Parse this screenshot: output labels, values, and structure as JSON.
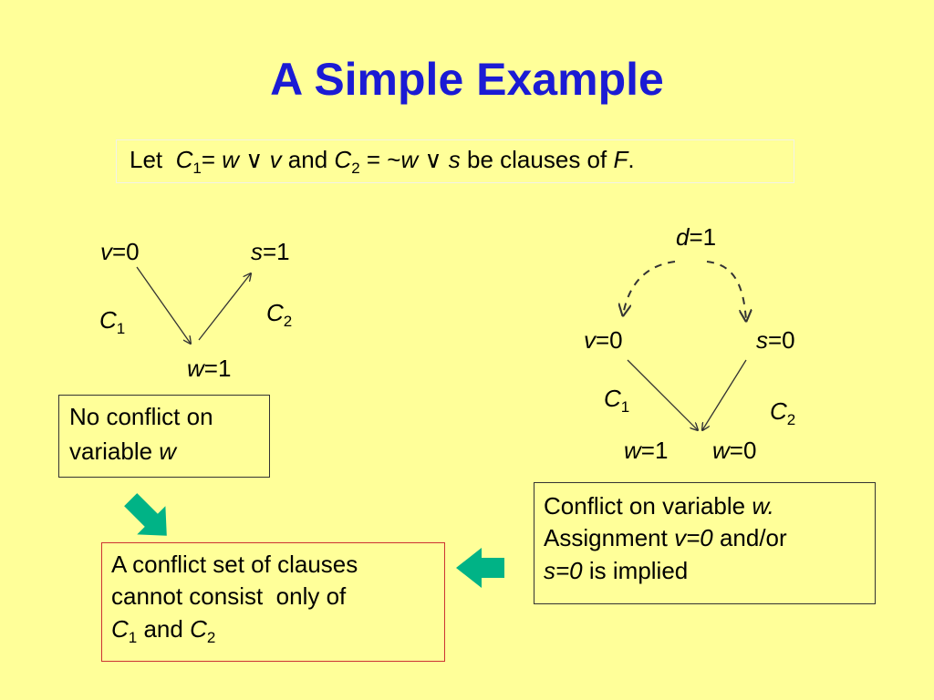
{
  "title": "A Simple Example",
  "intro": {
    "let": "Let",
    "c1": "C",
    "c1_sub": "1",
    "c1_eq": "= ",
    "c1_w": "w",
    "or": "∨",
    "c1_v": "v",
    "and": "and",
    "c2": "C",
    "c2_sub": "2",
    "c2_eq": " = ~",
    "c2_w": "w",
    "c2_s": "s",
    "be_clauses_of": "be clauses of",
    "f": "F",
    "period": "."
  },
  "left_graph": {
    "v_var": "v",
    "v_val": "=0",
    "s_var": "s",
    "s_val": "=1",
    "w_var": "w",
    "w_val": "=1",
    "c1": "C",
    "c1_sub": "1",
    "c2": "C",
    "c2_sub": "2"
  },
  "right_graph": {
    "d_var": "d",
    "d_val": "=1",
    "v_var": "v",
    "v_val": "=0",
    "s_var": "s",
    "s_val": "=0",
    "w1_var": "w",
    "w1_val": "=1",
    "w0_var": "w",
    "w0_val": "=0",
    "c1": "C",
    "c1_sub": "1",
    "c2": "C",
    "c2_sub": "2"
  },
  "no_conflict_box": {
    "line1": "No conflict on",
    "line2": "variable ",
    "var": "w"
  },
  "conflict_set_box": {
    "line1": "A conflict set of clauses",
    "line2": "cannot consist  only of",
    "c1": "C",
    "c1_sub": "1",
    "and": " and ",
    "c2": "C",
    "c2_sub": "2"
  },
  "conflict_box": {
    "line1_pre": "Conflict on variable ",
    "line1_var": "w.",
    "line2_pre": "Assignment ",
    "line2_assign": "v=0",
    "line2_post": " and/or",
    "line3_assign": "s=0",
    "line3_post": " is implied"
  },
  "colors": {
    "background": "#ffff99",
    "title": "#1b1bd4",
    "arrow_fill": "#00b386",
    "conflict_set_border": "#cc3333"
  },
  "icons": [
    "green-block-arrow-down-right",
    "green-block-arrow-left"
  ]
}
